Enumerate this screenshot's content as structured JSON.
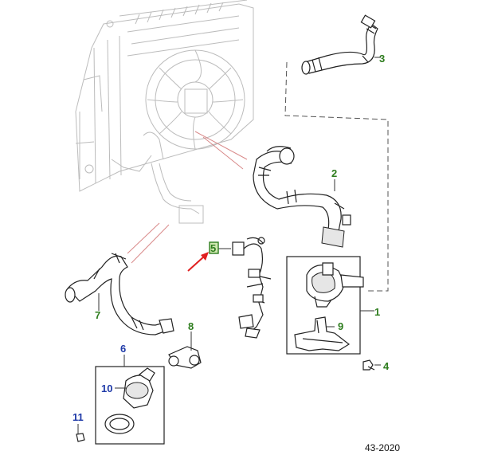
{
  "callouts": {
    "c1": "1",
    "c2": "2",
    "c3": "3",
    "c4": "4",
    "c5": "5",
    "c6": "6",
    "c7": "7",
    "c8": "8",
    "c9": "9",
    "c10": "10",
    "c11": "11"
  },
  "diagram_id": "43-2020",
  "colors": {
    "callout_green": "#2e7d1e",
    "callout_blue": "#1f3aa8",
    "highlight_fill": "#cfe8b0",
    "arrow_red": "#e02020",
    "reference_line_pink": "#d98a8a"
  }
}
